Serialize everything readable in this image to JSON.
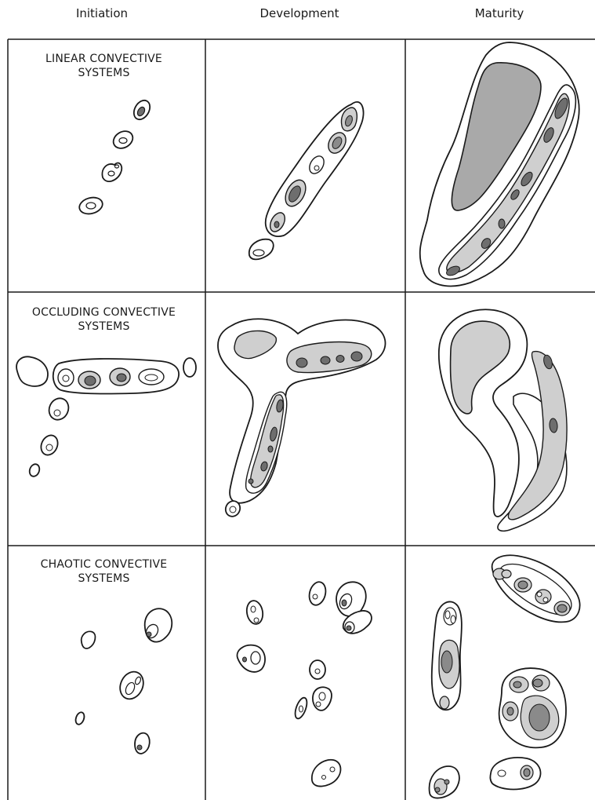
{
  "columns": [
    "Initiation",
    "Development",
    "Maturity"
  ],
  "rows": [
    {
      "title_line1": "LINEAR CONVECTIVE",
      "title_line2": "SYSTEMS"
    },
    {
      "title_line1": "OCCLUDING CONVECTIVE",
      "title_line2": "SYSTEMS"
    },
    {
      "title_line1": "CHAOTIC CONVECTIVE",
      "title_line2": "SYSTEMS"
    }
  ],
  "colors": {
    "outline": "#1a1a1a",
    "light_fill": "#cfcfcf",
    "medium_fill": "#a9a9a9",
    "dark_fill": "#6e6e6e"
  }
}
